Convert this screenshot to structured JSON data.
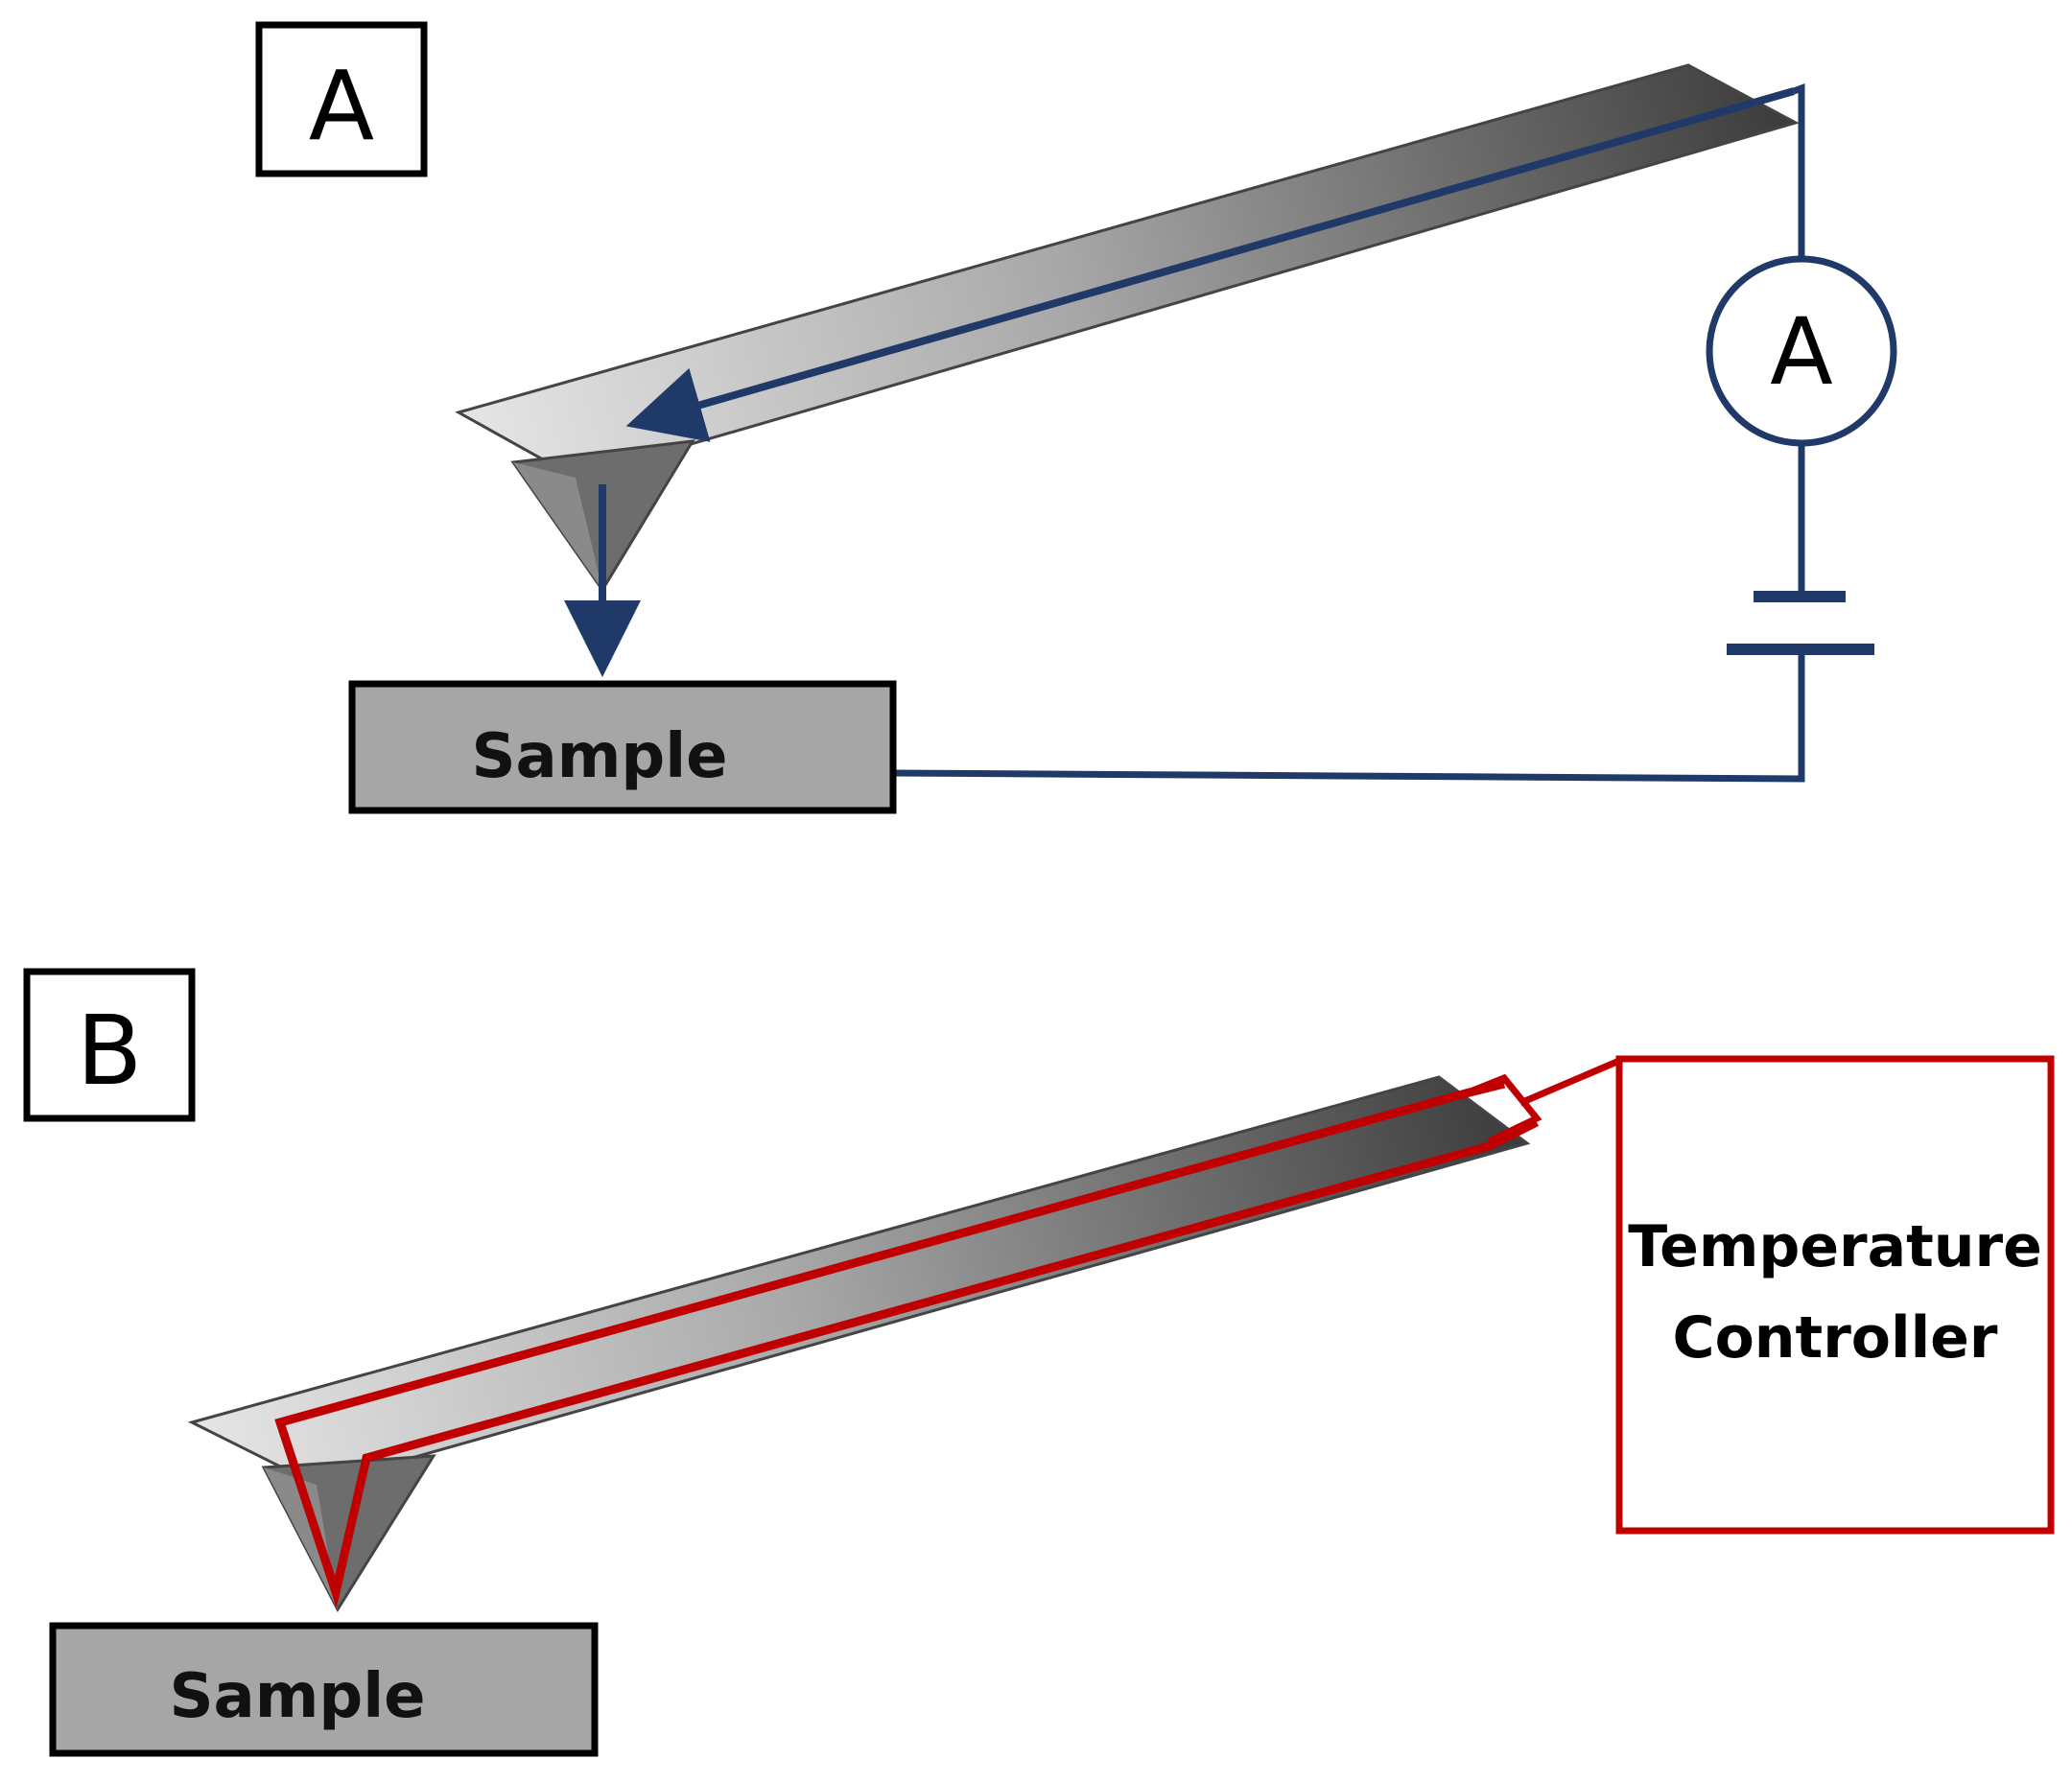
{
  "panel_a": {
    "label": "A",
    "sample_label": "Sample",
    "ammeter_label": "A"
  },
  "panel_b": {
    "label": "B",
    "sample_label": "Sample",
    "controller_line1": "Temperature",
    "controller_line2": "Controller"
  },
  "colors": {
    "circuit_blue": "#1f3a68",
    "heater_red": "#c00000",
    "sample_fill": "#a6a6a6",
    "outline": "#000000"
  }
}
